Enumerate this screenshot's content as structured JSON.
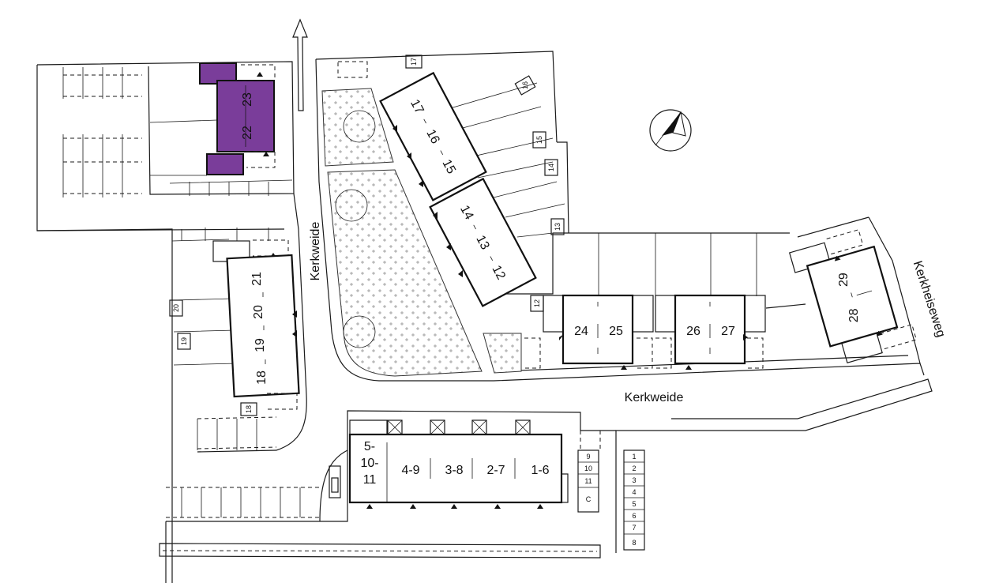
{
  "streets": {
    "kerkweide_vertical": "Kerkweide",
    "kerkweide_horizontal": "Kerkweide",
    "kerkheiseweg": "Kerkheiseweg"
  },
  "units": {
    "u23": "23",
    "u22": "22",
    "u17": "17",
    "u16": "16",
    "u15": "15",
    "u14": "14",
    "u13": "13",
    "u12": "12",
    "u21": "21",
    "u20": "20",
    "u19": "19",
    "u18": "18",
    "u24": "24",
    "u25": "25",
    "u26": "26",
    "u27": "27",
    "u29": "29",
    "u28": "28",
    "u5_10_11_a": "5-",
    "u5_10_11_b": "10-",
    "u5_10_11_c": "11",
    "u4_9": "4-9",
    "u3_8": "3-8",
    "u2_7": "2-7",
    "u1_6": "1-6"
  },
  "parking_tags": {
    "p17": "17",
    "p16": "16",
    "p15": "15",
    "p14": "14",
    "p13": "13",
    "p12": "12",
    "p20": "20",
    "p19": "19",
    "p18": "18"
  },
  "storage_left": [
    "9",
    "10",
    "11",
    "C"
  ],
  "storage_right": [
    "1",
    "2",
    "3",
    "4",
    "5",
    "6",
    "7",
    "8"
  ],
  "colors": {
    "highlight": "#7a3d9a",
    "line": "#1a1a1a"
  },
  "compass": "north-arrow"
}
